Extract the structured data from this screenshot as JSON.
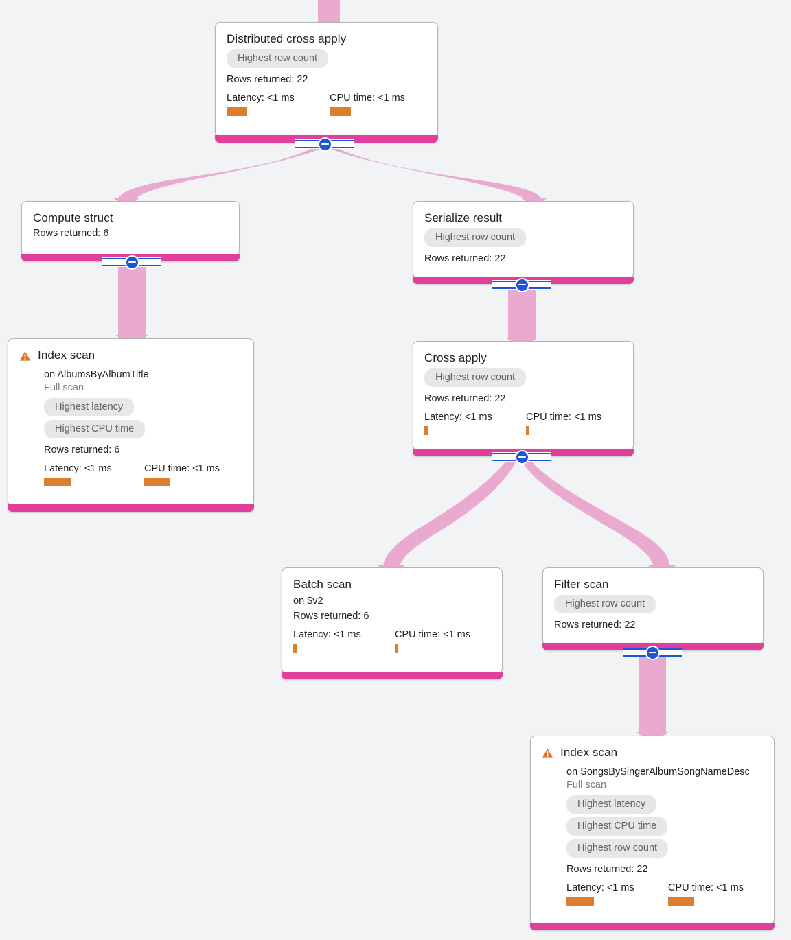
{
  "diagram": {
    "kind": "query-execution-plan",
    "colors": {
      "background": "#f1f3f4",
      "node_accent": "#e0409b",
      "edge": "#eaa9cf",
      "metric_bar": "#dd7e2e",
      "pill_bg": "#e7e7e7",
      "pill_text": "#5f6368",
      "toggle": "#1a56d6",
      "warning": "#e2701e"
    },
    "labels": {
      "rows_returned_prefix": "Rows returned:",
      "latency_prefix": "Latency:",
      "cpu_prefix": "CPU time:"
    }
  },
  "nodes": [
    {
      "id": "distributed-cross-apply",
      "title": "Distributed cross apply",
      "warning": false,
      "target": null,
      "scan_type": null,
      "pills": [
        "Highest row count"
      ],
      "rows_returned": "Rows returned: 22",
      "latency": "Latency: <1 ms",
      "cpu_time": "CPU time: <1 ms",
      "has_metrics": true,
      "has_toggle": true
    },
    {
      "id": "compute-struct",
      "title": "Compute struct",
      "warning": false,
      "target": null,
      "scan_type": null,
      "pills": [],
      "rows_returned": "Rows returned: 6",
      "latency": null,
      "cpu_time": null,
      "has_metrics": false,
      "has_toggle": true
    },
    {
      "id": "serialize-result",
      "title": "Serialize result",
      "warning": false,
      "target": null,
      "scan_type": null,
      "pills": [
        "Highest row count"
      ],
      "rows_returned": "Rows returned: 22",
      "latency": null,
      "cpu_time": null,
      "has_metrics": false,
      "has_toggle": true
    },
    {
      "id": "index-scan-albums",
      "title": "Index scan",
      "warning": true,
      "target": "on AlbumsByAlbumTitle",
      "scan_type": "Full scan",
      "pills": [
        "Highest latency",
        "Highest CPU time"
      ],
      "rows_returned": "Rows returned: 6",
      "latency": "Latency: <1 ms",
      "cpu_time": "CPU time: <1 ms",
      "has_metrics": true,
      "has_toggle": false
    },
    {
      "id": "cross-apply",
      "title": "Cross apply",
      "warning": false,
      "target": null,
      "scan_type": null,
      "pills": [
        "Highest row count"
      ],
      "rows_returned": "Rows returned: 22",
      "latency": "Latency: <1 ms",
      "cpu_time": "CPU time: <1 ms",
      "has_metrics": true,
      "has_toggle": true
    },
    {
      "id": "batch-scan",
      "title": "Batch scan",
      "warning": false,
      "target": "on $v2",
      "scan_type": null,
      "pills": [],
      "rows_returned": "Rows returned: 6",
      "latency": "Latency: <1 ms",
      "cpu_time": "CPU time: <1 ms",
      "has_metrics": true,
      "has_toggle": false
    },
    {
      "id": "filter-scan",
      "title": "Filter scan",
      "warning": false,
      "target": null,
      "scan_type": null,
      "pills": [
        "Highest row count"
      ],
      "rows_returned": "Rows returned: 22",
      "latency": null,
      "cpu_time": null,
      "has_metrics": false,
      "has_toggle": true
    },
    {
      "id": "index-scan-songs",
      "title": "Index scan",
      "warning": true,
      "target": "on SongsBySingerAlbumSongNameDesc",
      "scan_type": "Full scan",
      "pills": [
        "Highest latency",
        "Highest CPU time",
        "Highest row count"
      ],
      "rows_returned": "Rows returned: 22",
      "latency": "Latency: <1 ms",
      "cpu_time": "CPU time: <1 ms",
      "has_metrics": true,
      "has_toggle": false
    }
  ]
}
